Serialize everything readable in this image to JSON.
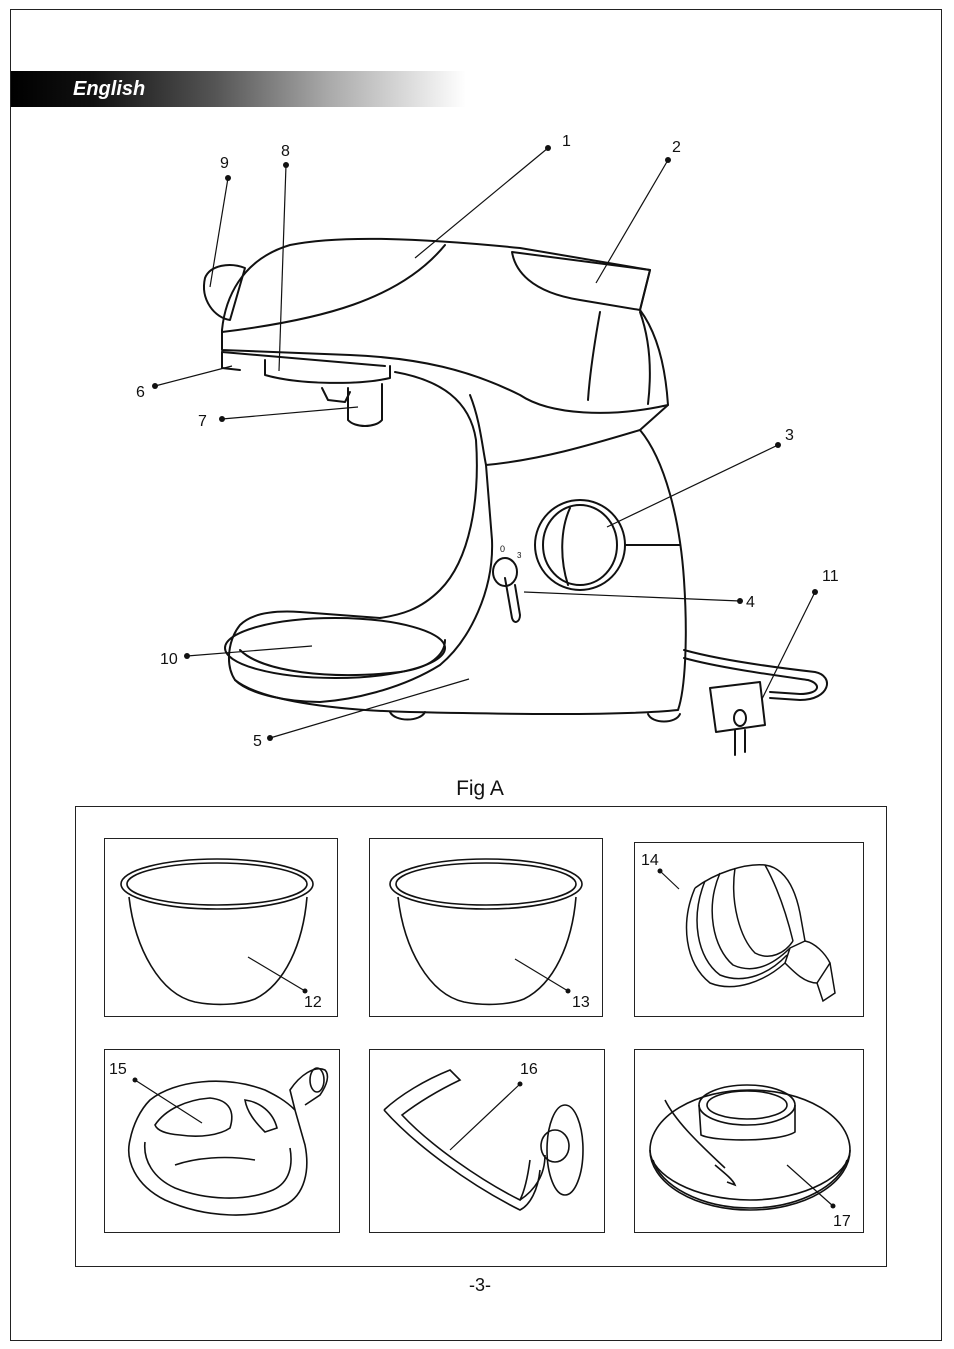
{
  "header": {
    "language": "English"
  },
  "figure": {
    "caption": "Fig A",
    "callouts": [
      "1",
      "2",
      "3",
      "4",
      "5",
      "6",
      "7",
      "8",
      "9",
      "10",
      "11"
    ]
  },
  "parts": [
    {
      "number": "12",
      "icon": "bowl-icon"
    },
    {
      "number": "13",
      "icon": "bowl-icon"
    },
    {
      "number": "14",
      "icon": "whisk-icon"
    },
    {
      "number": "15",
      "icon": "beater-icon"
    },
    {
      "number": "16",
      "icon": "dough-hook-icon"
    },
    {
      "number": "17",
      "icon": "splash-guard-icon"
    }
  ],
  "footer": {
    "page_number": "-3-"
  }
}
